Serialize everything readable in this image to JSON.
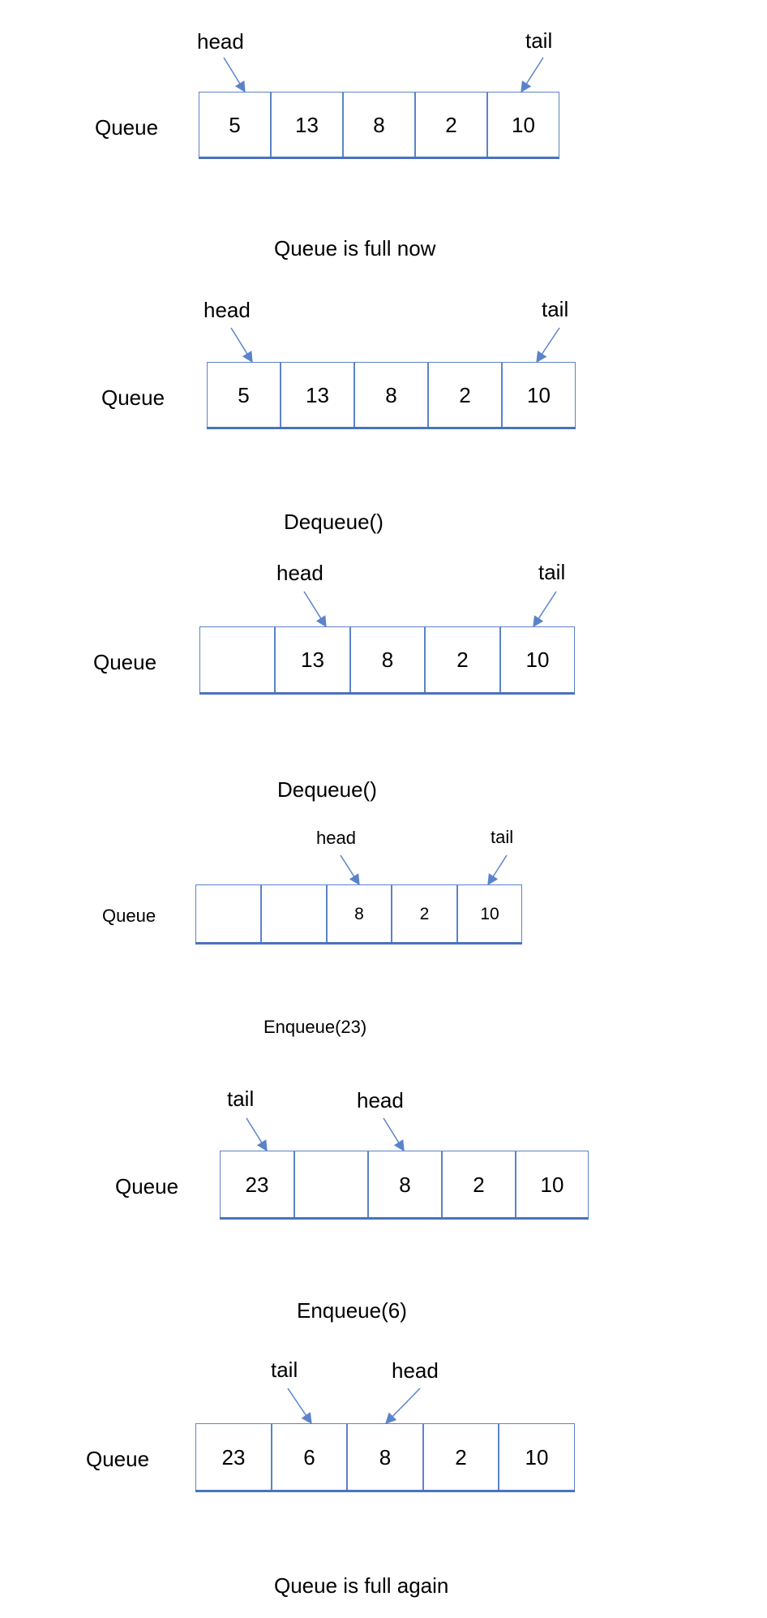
{
  "queue_label": "Queue",
  "pointer_labels": {
    "head": "head",
    "tail": "tail"
  },
  "captions": [
    "Queue is full now",
    "Dequeue()",
    "Dequeue()",
    "Enqueue(23)",
    "Enqueue(6)",
    "Queue is full again"
  ],
  "states": [
    {
      "cells": [
        "5",
        "13",
        "8",
        "2",
        "10"
      ],
      "head_index": 0,
      "tail_index": 4
    },
    {
      "cells": [
        "5",
        "13",
        "8",
        "2",
        "10"
      ],
      "head_index": 0,
      "tail_index": 4
    },
    {
      "cells": [
        "",
        "13",
        "8",
        "2",
        "10"
      ],
      "head_index": 1,
      "tail_index": 4
    },
    {
      "cells": [
        "",
        "",
        "8",
        "2",
        "10"
      ],
      "head_index": 2,
      "tail_index": 4
    },
    {
      "cells": [
        "23",
        "",
        "8",
        "2",
        "10"
      ],
      "head_index": 2,
      "tail_index": 0
    },
    {
      "cells": [
        "23",
        "6",
        "8",
        "2",
        "10"
      ],
      "head_index": 2,
      "tail_index": 1
    }
  ],
  "colors": {
    "cell_border": "#5b83c9",
    "rail": "#4a72c0",
    "arrow": "#5b83c9"
  }
}
